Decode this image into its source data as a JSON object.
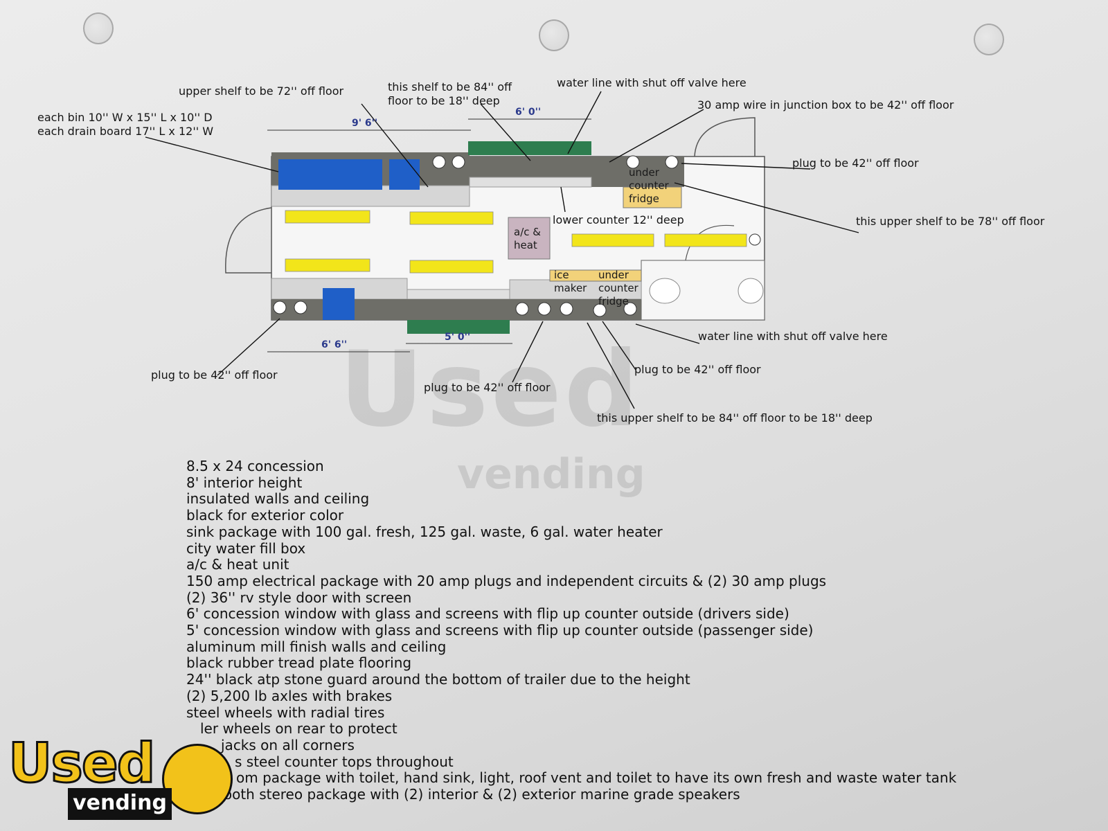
{
  "labels": {
    "bins": [
      "each bin 10'' W x 15'' L x 10'' D",
      "each drain board 17'' L x 12'' W"
    ],
    "upper_shelf_72": "upper shelf to be 72'' off floor",
    "shelf_84_top": [
      "this shelf to be 84'' off",
      "floor to be 18''  deep"
    ],
    "water_line_top": "water line with shut off valve here",
    "amp_30": "30 amp wire in junction box to be 42'' off floor",
    "plug_right_top": "plug to be 42'' off floor",
    "upper_shelf_78": "this upper shelf to be 78'' off floor",
    "lower_counter": "lower counter 12'' deep",
    "water_line_bottom": "water line with shut off valve here",
    "plug_bottom_left": "plug to be 42'' off floor",
    "plug_bottom_mid": "plug to be 42'' off floor",
    "plug_bottom_right": "plug to be 42'' off floor",
    "upper_shelf_84_bottom": "this upper shelf to be 84'' off floor to be 18'' deep"
  },
  "plan_boxes": {
    "ac": [
      "a/c &",
      "heat"
    ],
    "fridge_top": [
      "under",
      "counter",
      "fridge"
    ],
    "ice_maker": [
      "ice",
      "maker"
    ],
    "fridge_bottom": [
      "under",
      "counter",
      "fridge"
    ]
  },
  "dimensions": {
    "d1": "9' 6''",
    "d2": "6' 0''",
    "d3": "6' 6''",
    "d4": "5' 0''"
  },
  "specs": [
    "8.5 x 24 concession",
    "8' interior height",
    "insulated walls and ceiling",
    "black for exterior color",
    "sink package with 100 gal. fresh, 125 gal. waste, 6 gal. water heater",
    "city water fill box",
    "a/c & heat unit",
    "150 amp electrical package with 20 amp plugs and independent circuits & (2) 30 amp plugs",
    "(2) 36'' rv style door with screen",
    "6' concession window with glass and screens with flip up counter outside (drivers side)",
    "5' concession window with glass and screens with flip up counter outside (passenger side)",
    "aluminum mill finish walls and ceiling",
    "black rubber tread plate flooring",
    "24'' black atp stone guard around the bottom of trailer due to the height",
    "(2) 5,200 lb axles with brakes",
    "steel wheels with radial tires",
    "ler wheels on rear to protect",
    "jacks on all corners",
    "s steel counter tops throughout",
    "om package with toilet, hand sink, light, roof vent and toilet to have its own fresh and waste water tank",
    "tooth stereo package with (2) interior & (2) exterior marine grade speakers"
  ],
  "watermark": {
    "main": "Used",
    "sub": "vending"
  },
  "logo": {
    "main": "Used",
    "sub": "vending"
  },
  "colors": {
    "sink_blue": "#1f5fc8",
    "counter_yellow": "#f2e51a",
    "window_green": "#2e7d4f",
    "counter_gray": "#6e6e68",
    "box_mauve": "#c9b4c0"
  }
}
